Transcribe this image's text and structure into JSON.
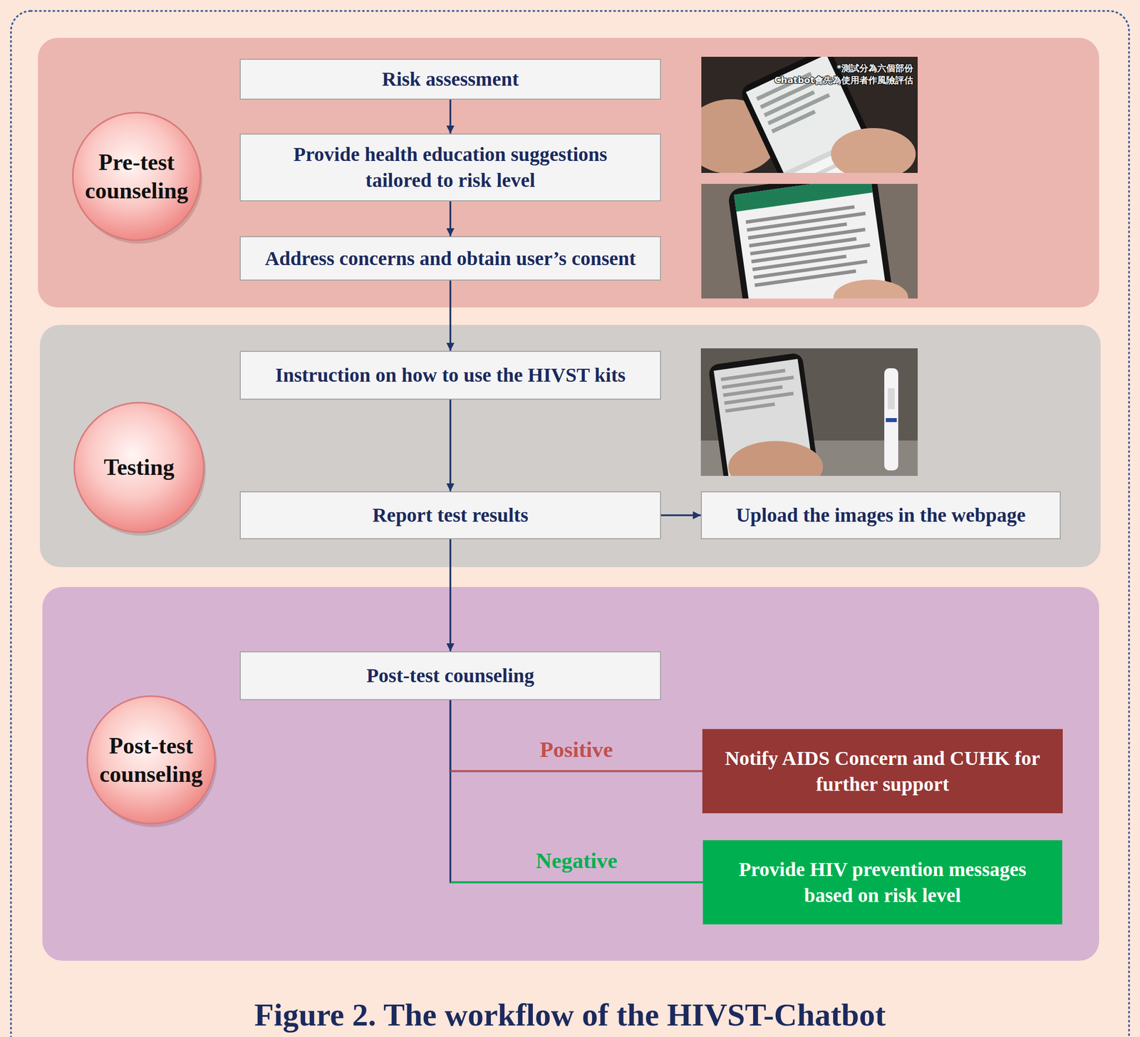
{
  "diagram": {
    "caption": "Figure 2. The workflow of the HIVST-Chatbot",
    "nodes": [
      {
        "text": [
          "Pre-test counseling"
        ]
      },
      {
        "text": [
          "Risk assessment"
        ]
      },
      {
        "text": [
          "Provide health education suggestions tailored to risk level"
        ]
      },
      {
        "text": [
          "Address concerns and obtain user’s consent"
        ]
      },
      {
        "text": [
          "Testing"
        ]
      },
      {
        "text": [
          "Instruction on how to use the HIVST kits"
        ]
      },
      {
        "text": [
          "Report test results"
        ]
      },
      {
        "text": [
          "Upload the images in the webpage"
        ]
      },
      {
        "text": [
          "Post-test counseling"
        ]
      },
      {
        "text": [
          "Post-test counseling"
        ]
      },
      {
        "text": [
          "Notify AIDS Concern and CUHK for further support"
        ]
      },
      {
        "text": [
          "Provide HIV prevention messages based on risk level"
        ]
      }
    ],
    "edges": [
      {
        "from": 1,
        "to": 2,
        "arrow": "to"
      },
      {
        "from": 2,
        "to": 3,
        "arrow": "to"
      },
      {
        "from": 3,
        "to": 5,
        "arrow": "to"
      },
      {
        "from": 5,
        "to": 6,
        "arrow": "to"
      },
      {
        "from": 6,
        "to": 7,
        "arrow": "to"
      },
      {
        "from": 6,
        "to": 9,
        "arrow": "to"
      },
      {
        "from": 9,
        "to": 10,
        "label": "Positive",
        "arrow": "none"
      },
      {
        "from": 9,
        "to": 11,
        "label": "Negative",
        "arrow": "none"
      }
    ],
    "labels": [
      "*測試分為六個部份",
      "Chatbot會先為使用者作風險評估"
    ]
  }
}
